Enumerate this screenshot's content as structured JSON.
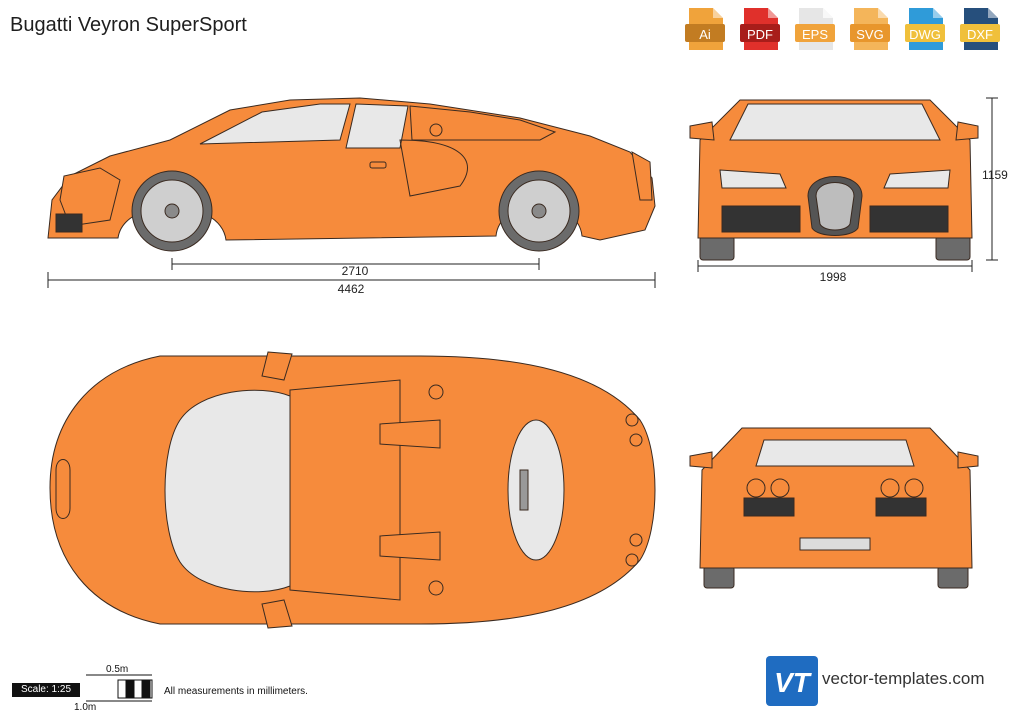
{
  "title": "Bugatti Veyron SuperSport",
  "formats": [
    {
      "label": "Ai",
      "color": "#f0a33b"
    },
    {
      "label": "PDF",
      "color": "#e0302b"
    },
    {
      "label": "EPS",
      "color": "#dcdcdc"
    },
    {
      "label": "SVG",
      "color": "#f0a33b"
    },
    {
      "label": "DWG",
      "color": "#2f9bd9"
    },
    {
      "label": "DXF",
      "color": "#264f7c"
    }
  ],
  "dimensions": {
    "wheelbase": "2710",
    "length": "4462",
    "width": "1998",
    "height": "1159"
  },
  "scale": {
    "label": "Scale: 1:25",
    "half_meter": "0.5m",
    "one_meter": "1.0m",
    "note": "All measurements in millimeters."
  },
  "brand": {
    "logo_text": "VT",
    "site": "vector-templates.com"
  },
  "colors": {
    "body": "#f68b3c",
    "outline": "#3a2a20",
    "glass": "#e8e8e8",
    "tire": "#6b6b6b"
  }
}
